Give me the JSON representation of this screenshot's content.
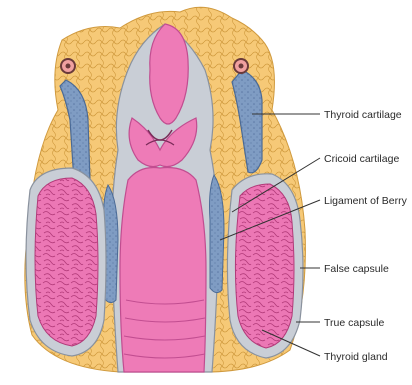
{
  "labels": {
    "thyroid_cartilage": "Thyroid cartilage",
    "cricoid_cartilage": "Cricoid cartilage",
    "ligament_of_berry": "Ligament of Berry",
    "false_capsule": "False capsule",
    "true_capsule": "True capsule",
    "thyroid_gland": "Thyroid gland"
  },
  "colors": {
    "fat": "#f6c977",
    "fat_texture": "#d09a3e",
    "mucosa": "#ee7bb7",
    "mucosa_dark": "#c14d90",
    "cartilage": "#7f9cc3",
    "cartilage_edge": "#4a6a96",
    "capsule": "#c9ced6",
    "thyroid": "#ec77b5",
    "thyroid_lobules": "#b23a79",
    "leader_line": "#333333"
  }
}
